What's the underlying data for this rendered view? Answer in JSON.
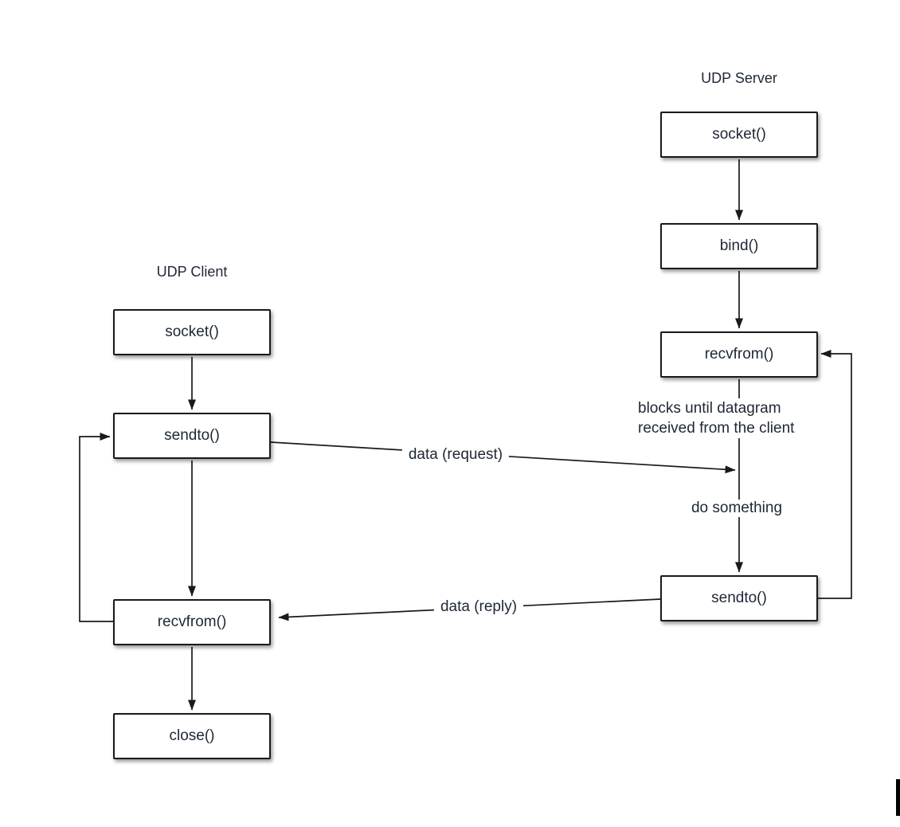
{
  "diagram": {
    "client": {
      "title": "UDP Client",
      "boxes": [
        {
          "label": "socket()"
        },
        {
          "label": "sendto()"
        },
        {
          "label": "recvfrom()"
        },
        {
          "label": "close()"
        }
      ]
    },
    "server": {
      "title": "UDP Server",
      "boxes": [
        {
          "label": "socket()"
        },
        {
          "label": "bind()"
        },
        {
          "label": "recvfrom()"
        },
        {
          "label": "sendto()"
        }
      ]
    },
    "annotations": {
      "blocks_note_line1": "blocks until datagram",
      "blocks_note_line2": "received from the client",
      "do_something": "do something",
      "data_request": "data (request)",
      "data_reply": "data (reply)"
    },
    "colors": {
      "background": "#ffffff",
      "line": "#1a1a1a",
      "box_border": "#1a1a1a",
      "box_fill": "#ffffff",
      "text": "#1e2735"
    }
  }
}
